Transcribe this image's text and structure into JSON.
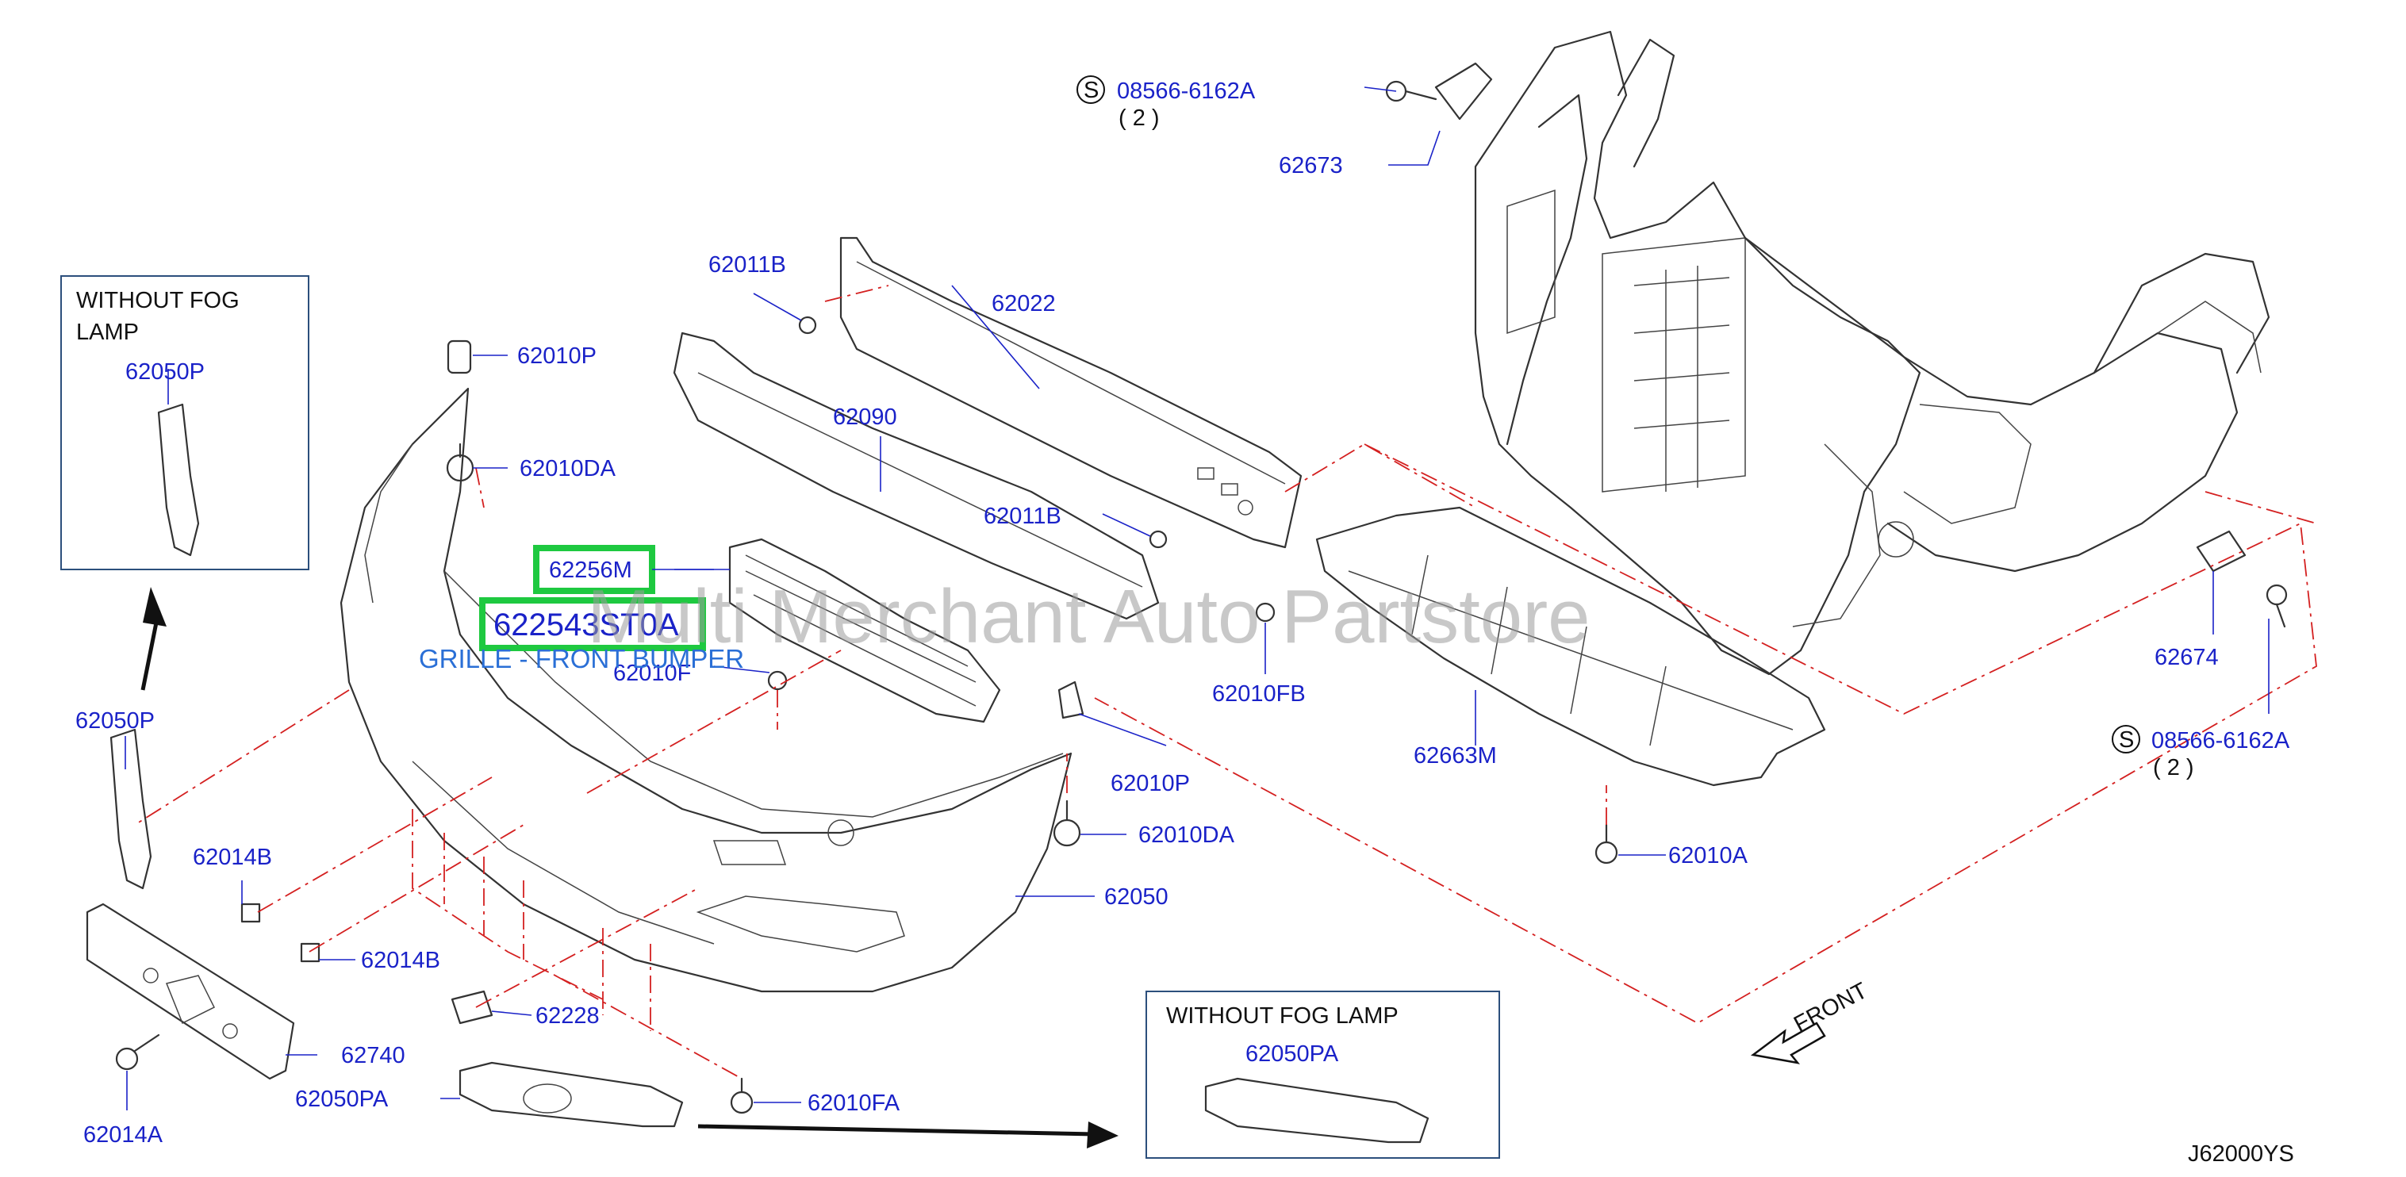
{
  "diagram_id": "J62000YS",
  "watermark": "Multi Merchant Auto Partstore",
  "highlight": {
    "primary_label": "62256M",
    "part_number": "622543ST0A",
    "description": "GRILLE - FRONT BUMPER",
    "highlight_color": "#1ec940",
    "text_color": "#1a22c8",
    "description_color": "#2a6fd6"
  },
  "insets": [
    {
      "line1": "WITHOUT   FOG",
      "line2": "LAMP",
      "part": "62050P"
    },
    {
      "line1": "WITHOUT   FOG   LAMP",
      "part": "62050PA"
    }
  ],
  "direction": "FRONT",
  "screws": [
    {
      "symbol": "S",
      "code": "08566-6162A",
      "qty": "(   2   )"
    },
    {
      "symbol": "S",
      "code": "08566-6162A",
      "qty": "(   2   )"
    }
  ],
  "labels": {
    "p62673": "62673",
    "p62011B_a": "62011B",
    "p62022": "62022",
    "p62010P_a": "62010P",
    "p62010DA_a": "62010DA",
    "p62090": "62090",
    "p62011B_b": "62011B",
    "p62010F": "62010F",
    "p62050P": "62050P",
    "p62010FB": "62010FB",
    "p62663M": "62663M",
    "p62674": "62674",
    "p62010P_b": "62010P",
    "p62010DA_b": "62010DA",
    "p62014B_a": "62014B",
    "p62050": "62050",
    "p62010A": "62010A",
    "p62014B_b": "62014B",
    "p62228": "62228",
    "p62740": "62740",
    "p62050PA": "62050PA",
    "p62010FA": "62010FA",
    "p62014A": "62014A"
  },
  "colors": {
    "label": "#1a22c8",
    "leader_line": "#1a22c8",
    "dash_line": "#d42020",
    "inset_border": "#2c4f7c"
  }
}
